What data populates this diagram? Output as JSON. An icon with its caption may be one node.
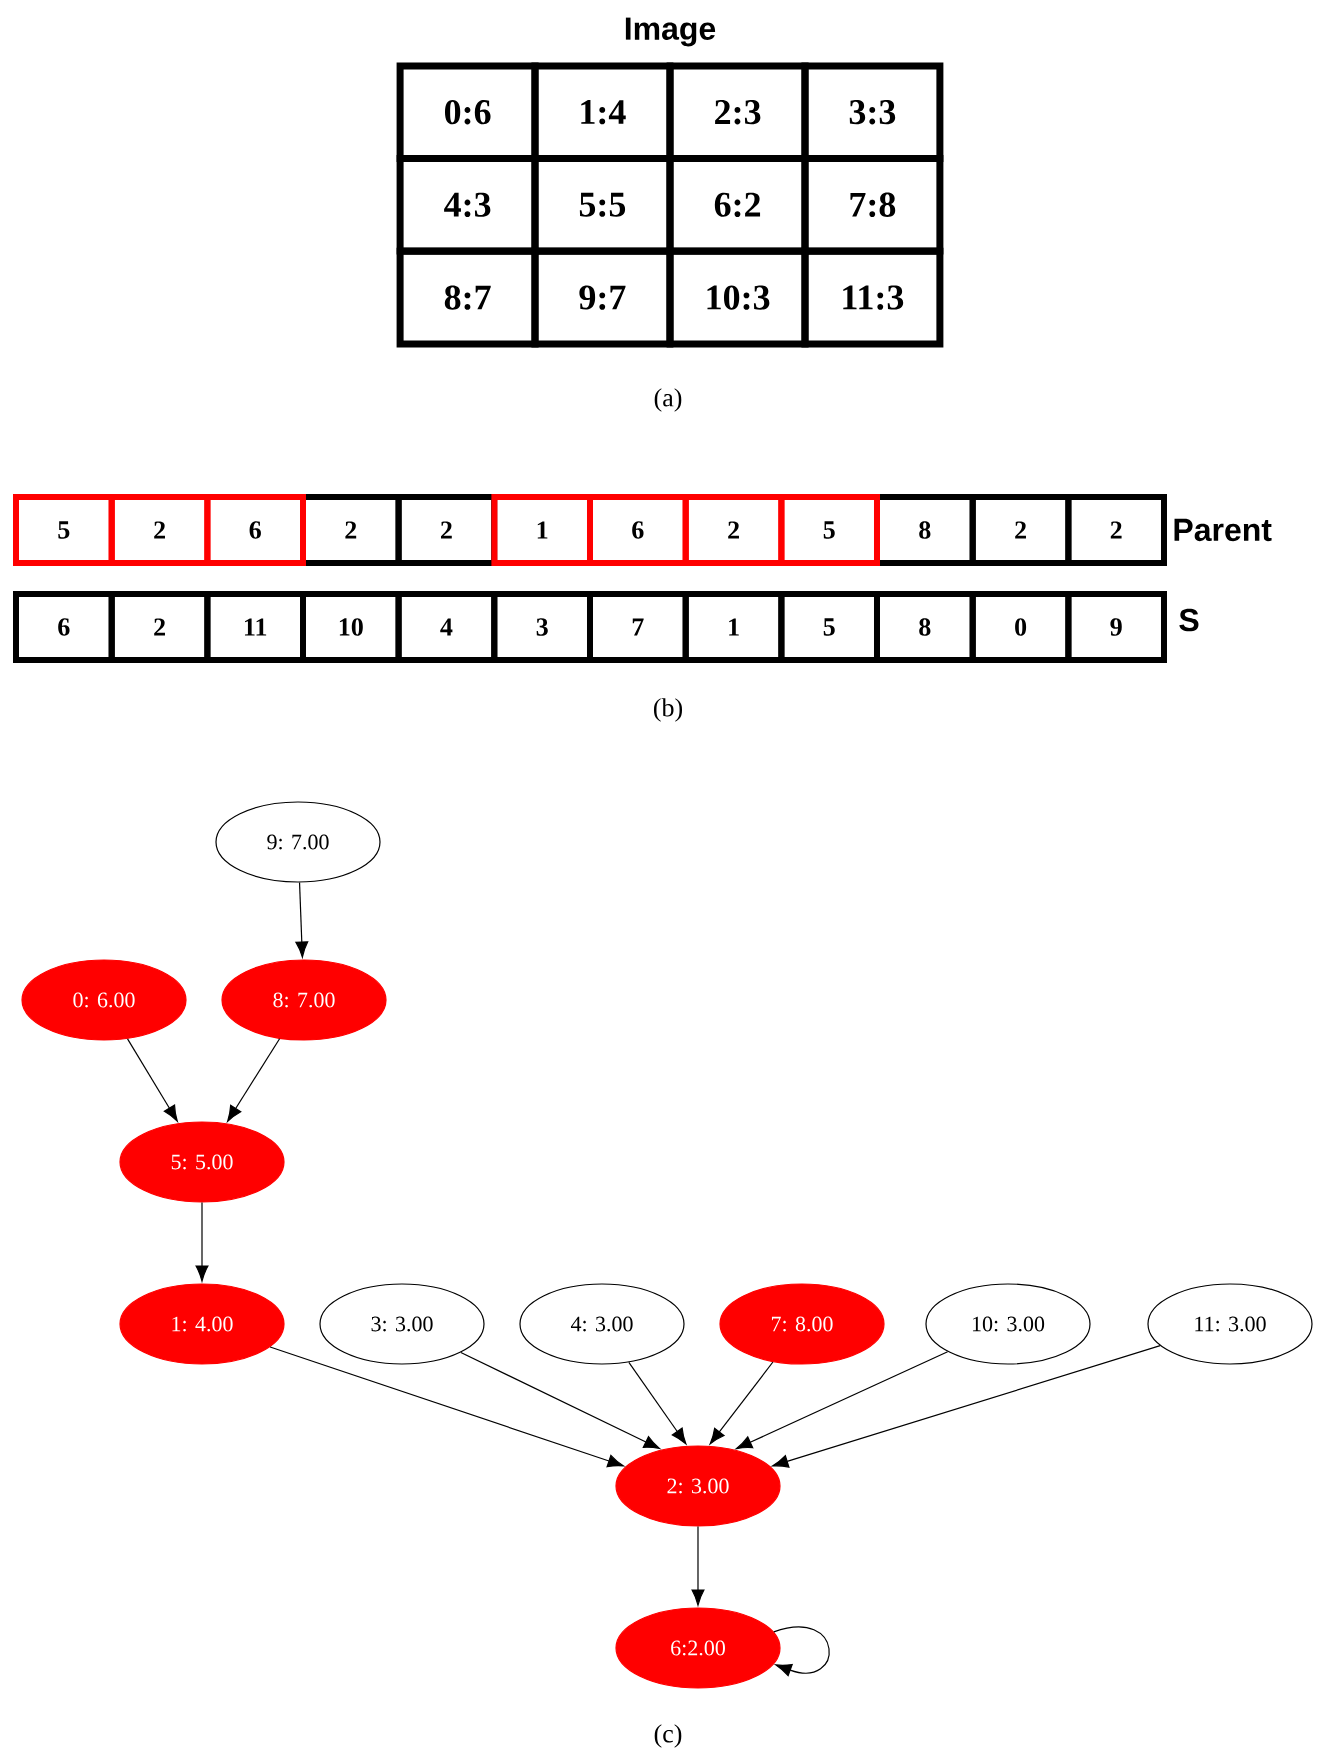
{
  "diagram": {
    "nodes": [
      {
        "text": [
          "9: 7.00"
        ]
      },
      {
        "text": [
          "0: 6.00"
        ]
      },
      {
        "text": [
          "8: 7.00"
        ]
      },
      {
        "text": [
          "5: 5.00"
        ]
      },
      {
        "text": [
          "1: 4.00"
        ]
      },
      {
        "text": [
          "3: 3.00"
        ]
      },
      {
        "text": [
          "4: 3.00"
        ]
      },
      {
        "text": [
          "7: 8.00"
        ]
      },
      {
        "text": [
          "10: 3.00"
        ]
      },
      {
        "text": [
          "11: 3.00"
        ]
      },
      {
        "text": [
          "2: 3.00"
        ]
      },
      {
        "text": [
          "6:2.00"
        ]
      }
    ],
    "edges": [
      {
        "from": 0,
        "to": 2,
        "arrow": "to"
      },
      {
        "from": 1,
        "to": 3,
        "arrow": "to"
      },
      {
        "from": 2,
        "to": 3,
        "arrow": "to"
      },
      {
        "from": 3,
        "to": 4,
        "arrow": "to"
      },
      {
        "from": 4,
        "to": 10,
        "arrow": "to"
      },
      {
        "from": 5,
        "to": 10,
        "arrow": "to"
      },
      {
        "from": 6,
        "to": 10,
        "arrow": "to"
      },
      {
        "from": 7,
        "to": 10,
        "arrow": "to"
      },
      {
        "from": 8,
        "to": 10,
        "arrow": "to"
      },
      {
        "from": 9,
        "to": 10,
        "arrow": "to"
      },
      {
        "from": 10,
        "to": 11,
        "arrow": "to"
      },
      {
        "from": 11,
        "to": 11,
        "arrow": "to"
      }
    ],
    "labels": [
      "Image",
      "0:6",
      "1:4",
      "2:3",
      "3:3",
      "4:3",
      "5:5",
      "6:2",
      "7:8",
      "8:7",
      "9:7",
      "10:3",
      "11:3",
      "(a)",
      "5",
      "2",
      "6",
      "2",
      "2",
      "1",
      "6",
      "2",
      "5",
      "8",
      "2",
      "2",
      "Parent",
      "6",
      "2",
      "11",
      "10",
      "4",
      "3",
      "7",
      "1",
      "5",
      "8",
      "0",
      "9",
      "S",
      "(b)",
      "(c)"
    ]
  }
}
